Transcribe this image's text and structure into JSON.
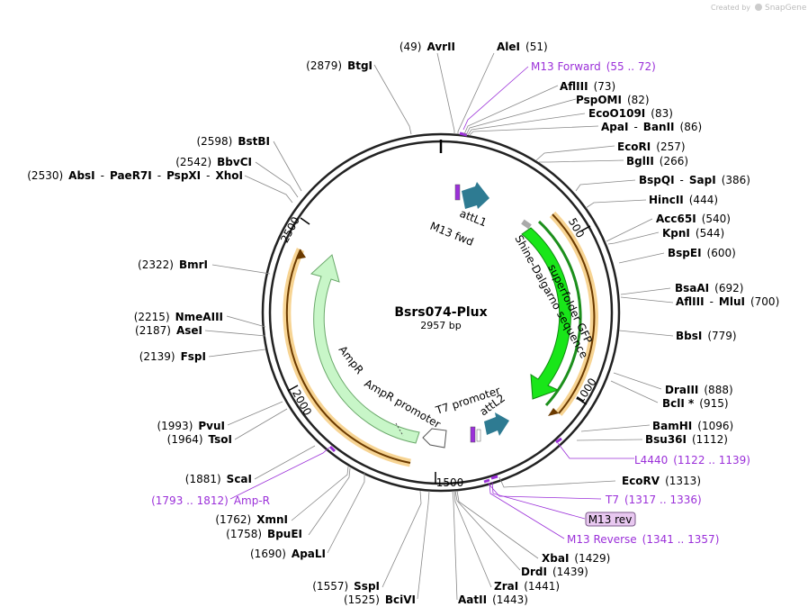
{
  "created_by": "Created by",
  "brand": "SnapGene",
  "plasmid": {
    "name": "Bsrs074-Plux",
    "length_label": "2957 bp"
  },
  "ticks": [
    "500",
    "1000",
    "1500",
    "2000",
    "2500"
  ],
  "sites": [
    {
      "id": "s49",
      "parts": [
        {
          "t": "(49)"
        },
        {
          "t": "AvrII",
          "b": true
        }
      ]
    },
    {
      "id": "s51",
      "parts": [
        {
          "t": "AleI",
          "b": true
        },
        {
          "t": "(51)"
        }
      ]
    },
    {
      "id": "s73",
      "parts": [
        {
          "t": "AflIII",
          "b": true
        },
        {
          "t": "(73)"
        }
      ]
    },
    {
      "id": "s82",
      "parts": [
        {
          "t": "PspOMI",
          "b": true
        },
        {
          "t": "(82)"
        }
      ]
    },
    {
      "id": "s83",
      "parts": [
        {
          "t": "EcoO109I",
          "b": true
        },
        {
          "t": "(83)"
        }
      ]
    },
    {
      "id": "s86",
      "parts": [
        {
          "t": "ApaI",
          "b": true
        },
        {
          "t": "-"
        },
        {
          "t": "BanII",
          "b": true
        },
        {
          "t": "(86)"
        }
      ]
    },
    {
      "id": "s257",
      "parts": [
        {
          "t": "EcoRI",
          "b": true
        },
        {
          "t": "(257)"
        }
      ]
    },
    {
      "id": "s266",
      "parts": [
        {
          "t": "BglII",
          "b": true
        },
        {
          "t": "(266)"
        }
      ]
    },
    {
      "id": "s386",
      "parts": [
        {
          "t": "BspQI",
          "b": true
        },
        {
          "t": "-"
        },
        {
          "t": "SapI",
          "b": true
        },
        {
          "t": "(386)"
        }
      ]
    },
    {
      "id": "s444",
      "parts": [
        {
          "t": "HincII",
          "b": true
        },
        {
          "t": "(444)"
        }
      ]
    },
    {
      "id": "s540",
      "parts": [
        {
          "t": "Acc65I",
          "b": true
        },
        {
          "t": "(540)"
        }
      ]
    },
    {
      "id": "s544",
      "parts": [
        {
          "t": "KpnI",
          "b": true
        },
        {
          "t": "(544)"
        }
      ]
    },
    {
      "id": "s600",
      "parts": [
        {
          "t": "BspEI",
          "b": true
        },
        {
          "t": "(600)"
        }
      ]
    },
    {
      "id": "s692",
      "parts": [
        {
          "t": "BsaAI",
          "b": true
        },
        {
          "t": "(692)"
        }
      ]
    },
    {
      "id": "s700",
      "parts": [
        {
          "t": "AflIII",
          "b": true
        },
        {
          "t": "-"
        },
        {
          "t": "MluI",
          "b": true
        },
        {
          "t": "(700)"
        }
      ]
    },
    {
      "id": "s779",
      "parts": [
        {
          "t": "BbsI",
          "b": true
        },
        {
          "t": "(779)"
        }
      ]
    },
    {
      "id": "s888",
      "parts": [
        {
          "t": "DraIII",
          "b": true
        },
        {
          "t": "(888)"
        }
      ]
    },
    {
      "id": "s915",
      "parts": [
        {
          "t": "BclI *",
          "b": true
        },
        {
          "t": "(915)"
        }
      ]
    },
    {
      "id": "s1096",
      "parts": [
        {
          "t": "BamHI",
          "b": true
        },
        {
          "t": "(1096)"
        }
      ]
    },
    {
      "id": "s1112",
      "parts": [
        {
          "t": "Bsu36I",
          "b": true
        },
        {
          "t": "(1112)"
        }
      ]
    },
    {
      "id": "s1313",
      "parts": [
        {
          "t": "EcoRV",
          "b": true
        },
        {
          "t": "(1313)"
        }
      ]
    },
    {
      "id": "s1429",
      "parts": [
        {
          "t": "XbaI",
          "b": true
        },
        {
          "t": "(1429)"
        }
      ]
    },
    {
      "id": "s1439",
      "parts": [
        {
          "t": "DrdI",
          "b": true
        },
        {
          "t": "(1439)"
        }
      ]
    },
    {
      "id": "s1441",
      "parts": [
        {
          "t": "ZraI",
          "b": true
        },
        {
          "t": "(1441)"
        }
      ]
    },
    {
      "id": "s1443",
      "parts": [
        {
          "t": "AatII",
          "b": true
        },
        {
          "t": "(1443)"
        }
      ]
    },
    {
      "id": "s1525",
      "parts": [
        {
          "t": "(1525)"
        },
        {
          "t": "BciVI",
          "b": true
        }
      ]
    },
    {
      "id": "s1557",
      "parts": [
        {
          "t": "(1557)"
        },
        {
          "t": "SspI",
          "b": true
        }
      ]
    },
    {
      "id": "s1690",
      "parts": [
        {
          "t": "(1690)"
        },
        {
          "t": "ApaLI",
          "b": true
        }
      ]
    },
    {
      "id": "s1758",
      "parts": [
        {
          "t": "(1758)"
        },
        {
          "t": "BpuEI",
          "b": true
        }
      ]
    },
    {
      "id": "s1762",
      "parts": [
        {
          "t": "(1762)"
        },
        {
          "t": "XmnI",
          "b": true
        }
      ]
    },
    {
      "id": "s1881",
      "parts": [
        {
          "t": "(1881)"
        },
        {
          "t": "ScaI",
          "b": true
        }
      ]
    },
    {
      "id": "s1964",
      "parts": [
        {
          "t": "(1964)"
        },
        {
          "t": "TsoI",
          "b": true
        }
      ]
    },
    {
      "id": "s1993",
      "parts": [
        {
          "t": "(1993)"
        },
        {
          "t": "PvuI",
          "b": true
        }
      ]
    },
    {
      "id": "s2139",
      "parts": [
        {
          "t": "(2139)"
        },
        {
          "t": "FspI",
          "b": true
        }
      ]
    },
    {
      "id": "s2187",
      "parts": [
        {
          "t": "(2187)"
        },
        {
          "t": "AseI",
          "b": true
        }
      ]
    },
    {
      "id": "s2215",
      "parts": [
        {
          "t": "(2215)"
        },
        {
          "t": "NmeAIII",
          "b": true
        }
      ]
    },
    {
      "id": "s2322",
      "parts": [
        {
          "t": "(2322)"
        },
        {
          "t": "BmrI",
          "b": true
        }
      ]
    },
    {
      "id": "s2530",
      "parts": [
        {
          "t": "(2530)"
        },
        {
          "t": "AbsI",
          "b": true
        },
        {
          "t": "-"
        },
        {
          "t": "PaeR7I",
          "b": true
        },
        {
          "t": "-"
        },
        {
          "t": "PspXI",
          "b": true
        },
        {
          "t": "-"
        },
        {
          "t": "XhoI",
          "b": true
        }
      ]
    },
    {
      "id": "s2542",
      "parts": [
        {
          "t": "(2542)"
        },
        {
          "t": "BbvCI",
          "b": true
        }
      ]
    },
    {
      "id": "s2598",
      "parts": [
        {
          "t": "(2598)"
        },
        {
          "t": "BstBI",
          "b": true
        }
      ]
    },
    {
      "id": "s2879",
      "parts": [
        {
          "t": "(2879)"
        },
        {
          "t": "BtgI",
          "b": true
        }
      ]
    }
  ],
  "primers": [
    {
      "id": "m13f",
      "parts": [
        {
          "t": "M13 Forward"
        },
        {
          "t": "(55 .. 72)"
        }
      ]
    },
    {
      "id": "l4440",
      "parts": [
        {
          "t": "L4440"
        },
        {
          "t": "(1122 .. 1139)"
        }
      ]
    },
    {
      "id": "t7",
      "parts": [
        {
          "t": "T7"
        },
        {
          "t": "(1317 .. 1336)"
        }
      ]
    },
    {
      "id": "m13r",
      "parts": [
        {
          "t": "M13 Reverse"
        },
        {
          "t": "(1341 .. 1357)"
        }
      ]
    },
    {
      "id": "ampr",
      "parts": [
        {
          "t": "(1793 .. 1812)"
        },
        {
          "t": "Amp-R"
        }
      ]
    }
  ],
  "highlight_label": "M13 rev",
  "features": {
    "attL1": "attL1",
    "m13fwd": "M13 fwd",
    "shine": "Shine-Dalgarno sequence",
    "gfp": "superfolder GFP",
    "t7promoter": "T7 promoter",
    "attL2": "attL2",
    "ampr": "AmpR",
    "ampr_promoter": "AmpR promoter"
  },
  "colors": {
    "primer": "#9b30d9",
    "gfp": "#19e619",
    "ampr": "#c8f6c8",
    "att": "#2e7b92",
    "orange": "#f0a030"
  }
}
